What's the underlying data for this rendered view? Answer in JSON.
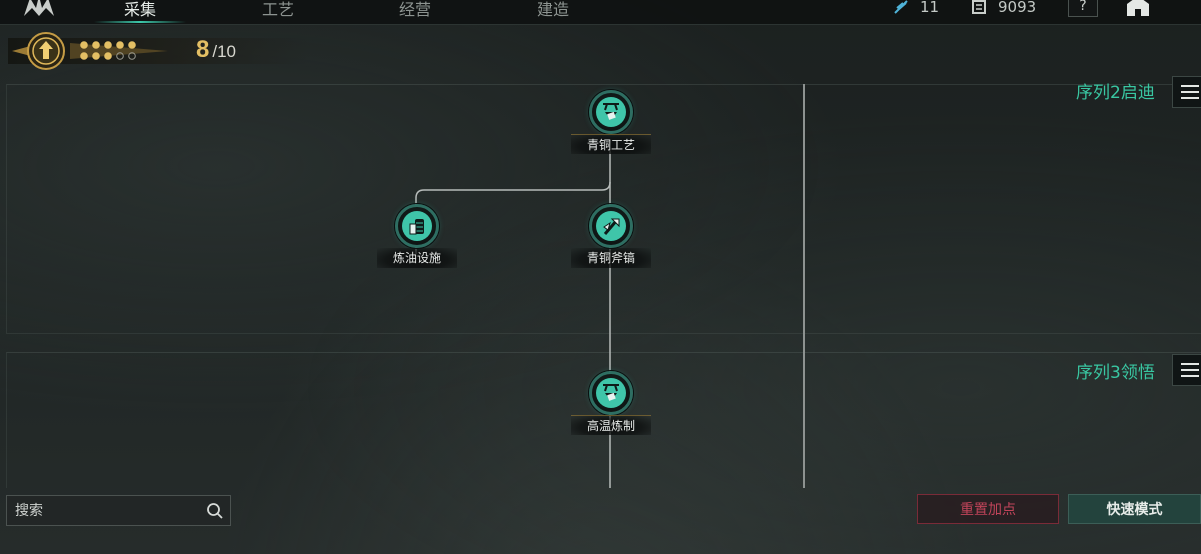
{
  "tabs": [
    {
      "label": "采集",
      "active": true
    },
    {
      "label": "工艺",
      "active": false
    },
    {
      "label": "经营",
      "active": false
    },
    {
      "label": "建造",
      "active": false
    }
  ],
  "resources": {
    "stamina": {
      "icon": "feather-icon",
      "value": "11"
    },
    "currency": {
      "icon": "scroll-icon",
      "value": "9093"
    },
    "help_label": "?"
  },
  "level": {
    "points_current": "8",
    "points_separator": "/",
    "points_max": "10",
    "pips_filled": 8,
    "pips_total": 10
  },
  "sections": [
    {
      "title": "序列2启迪"
    },
    {
      "title": "序列3领悟"
    }
  ],
  "nodes": [
    {
      "id": "bronze-craft",
      "label": "青铜工艺",
      "icon": "bell-hammer-icon"
    },
    {
      "id": "oil-facility",
      "label": "炼油设施",
      "icon": "barrel-icon"
    },
    {
      "id": "bronze-axe",
      "label": "青铜斧镐",
      "icon": "axe-icon"
    },
    {
      "id": "high-temp-smelting",
      "label": "高温炼制",
      "icon": "bell-hammer-icon"
    }
  ],
  "search": {
    "placeholder": "搜索",
    "value": ""
  },
  "buttons": {
    "reset_label": "重置加点",
    "fast_mode_label": "快速模式"
  },
  "colors": {
    "accent": "#3cc8aa",
    "gold": "#e3bf64",
    "reset": "#c0445a",
    "fast_bg": "#23433d"
  }
}
